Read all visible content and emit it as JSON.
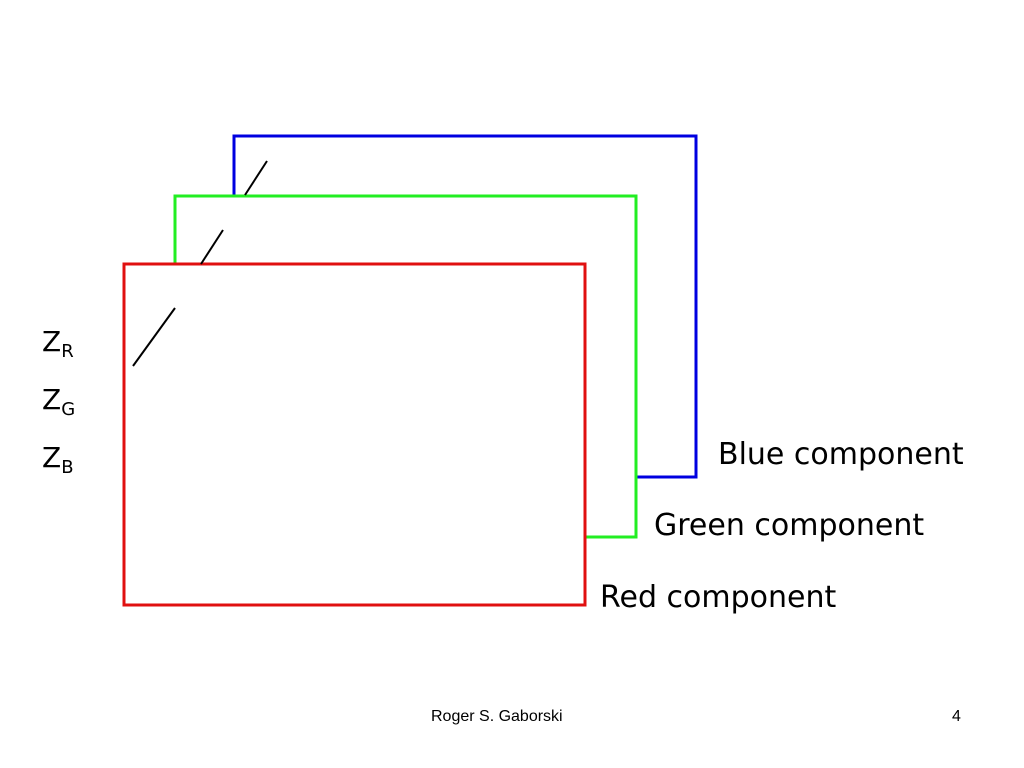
{
  "diagram": {
    "colors": {
      "blue": "#0000e0",
      "green": "#22ee22",
      "red": "#e01010",
      "line": "#000000"
    },
    "z_labels": [
      {
        "base": "Z",
        "sub": "R"
      },
      {
        "base": "Z",
        "sub": "G"
      },
      {
        "base": "Z",
        "sub": "B"
      }
    ],
    "components": {
      "blue": "Blue component",
      "green": "Green component",
      "red": "Red component"
    }
  },
  "footer": {
    "author": "Roger S. Gaborski",
    "page_number": "4"
  }
}
